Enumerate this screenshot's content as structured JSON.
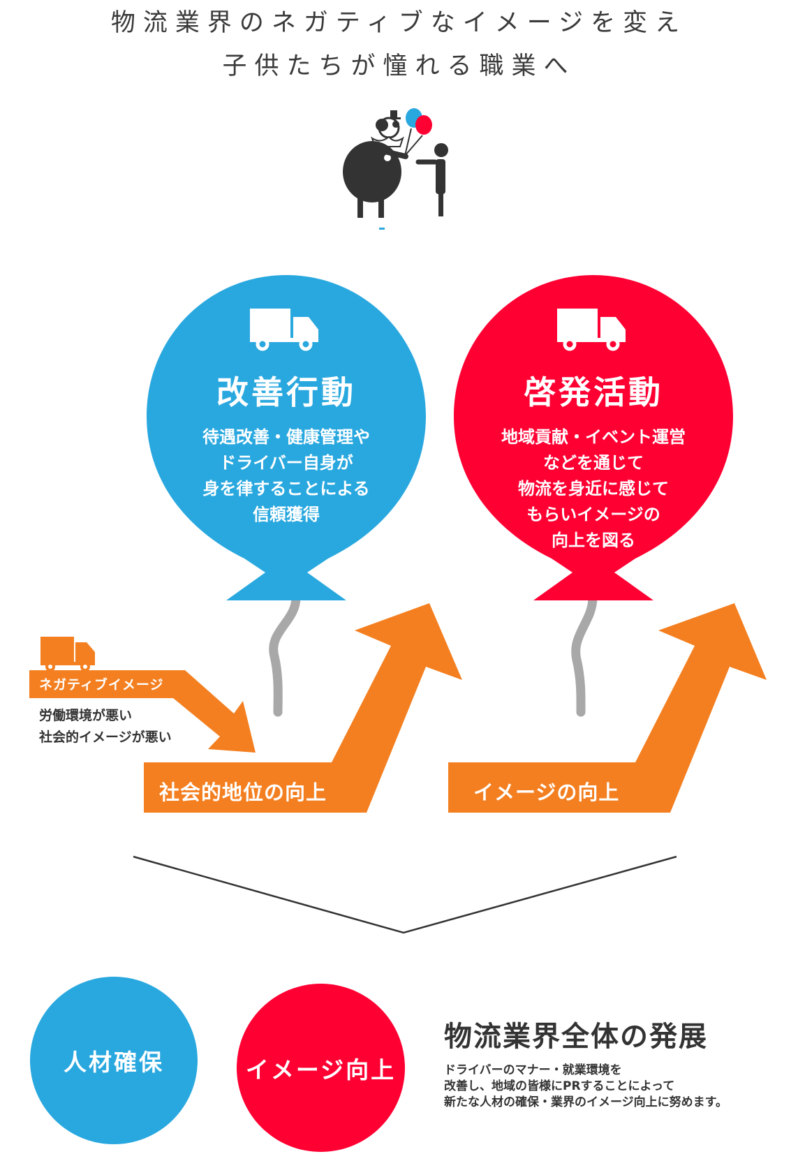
{
  "header": {
    "line1": "物流業界のネガティブなイメージを変え",
    "line2": "子供たちが憧れる職業へ"
  },
  "balloons": [
    {
      "title": "改善行動",
      "lines": [
        "待遇改善・健康管理や",
        "ドライバー自身が",
        "身を律することによる",
        "信頼獲得"
      ],
      "color": "#29a8df"
    },
    {
      "title": "啓発活動",
      "lines": [
        "地域貢献・イベント運営",
        "などを通じて",
        "物流を身近に感じて",
        "もらいイメージの",
        "向上を図る"
      ],
      "color": "#ff0033"
    }
  ],
  "negative": {
    "label": "ネガティブイメージ",
    "lines": [
      "労働環境が悪い",
      "社会的イメージが悪い"
    ]
  },
  "arrows": [
    {
      "label": "社会的地位の向上"
    },
    {
      "label": "イメージの向上"
    }
  ],
  "results": {
    "circles": [
      {
        "label": "人材確保",
        "color": "#29a8df"
      },
      {
        "label": "イメージ向上",
        "color": "#ff0033"
      }
    ],
    "title": "物流業界全体の発展",
    "lines": [
      "ドライバーのマナー・就業環境を",
      "改善し、地域の皆様にPRすることによって",
      "新たな人材の確保・業界のイメージ向上に努めます。"
    ]
  },
  "colors": {
    "orange": "#f47f20",
    "blue": "#29a8df",
    "red": "#ff0033",
    "dark": "#333333",
    "string": "#a8a8a8"
  }
}
